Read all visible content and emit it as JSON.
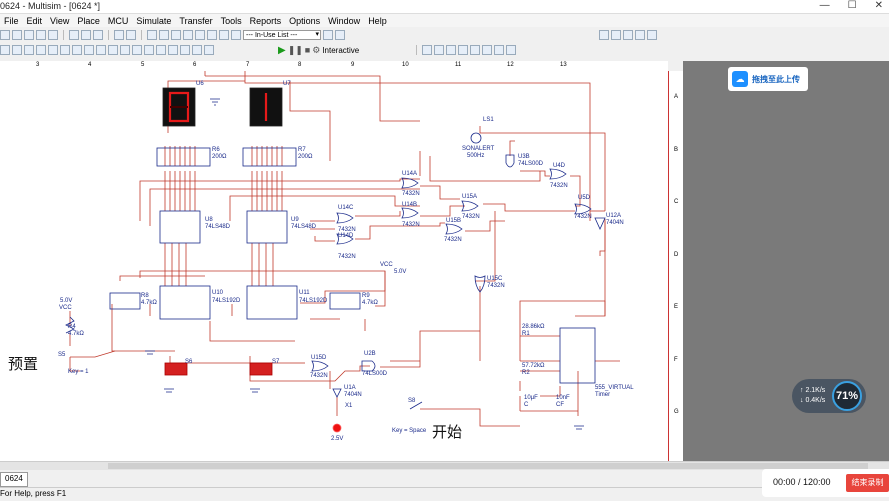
{
  "window": {
    "title": "0624 - Multisim - [0624 *]",
    "buttons": {
      "minimize": "—",
      "maximize": "☐",
      "close": "✕"
    }
  },
  "menu": [
    "File",
    "Edit",
    "View",
    "Place",
    "MCU",
    "Simulate",
    "Transfer",
    "Tools",
    "Reports",
    "Options",
    "Window",
    "Help"
  ],
  "toolbar": {
    "in_use_list": "--- In-Use List ---",
    "interactive_label": "Interactive"
  },
  "ruler": {
    "columns": [
      "3",
      "4",
      "5",
      "6",
      "7",
      "8",
      "9",
      "10",
      "11",
      "12",
      "13"
    ],
    "rows": [
      "A",
      "B",
      "C",
      "D",
      "E",
      "F",
      "G"
    ]
  },
  "schematic": {
    "annotations": {
      "preset": "预置",
      "start": "开始"
    },
    "labels": {
      "u6": "U6",
      "u7": "U7",
      "r6": "R6",
      "r6v": "200Ω",
      "r7": "R7",
      "r7v": "200Ω",
      "u8": "U8",
      "u8t": "74LS48D",
      "u9": "U9",
      "u9t": "74LS48D",
      "u10": "U10",
      "u10t": "74LS192D",
      "u11": "U11",
      "u11t": "74LS192D",
      "r8": "R8",
      "r8v": "4.7kΩ",
      "r9": "R9",
      "r9v": "4.7kΩ",
      "vcc1": "5.0V",
      "vcc1n": "VCC",
      "r4": "R4",
      "r4v": "4.7kΩ",
      "s5": "S5",
      "key1": "Key = 1",
      "s6": "S6",
      "s7": "S7",
      "u15d": "U15D",
      "u15dt": "7432N",
      "u2b": "U2B",
      "u2bt": "74LS00D",
      "u1a": "U1A",
      "u1at": "7404N",
      "x1": "X1",
      "x1v": "2.5V",
      "s8": "S8",
      "keyspace": "Key = Space",
      "vcc2n": "VCC",
      "vcc2": "5.0V",
      "u14c": "U14C",
      "u14ct": "7432N",
      "u14d": "U14D",
      "u14dt": "7432N",
      "u14a": "U14A",
      "u14at": "7432N",
      "u14b": "U14B",
      "u14bt": "7432N",
      "u15a": "U15A",
      "u15at": "7432N",
      "u15b": "U15B",
      "u15bt": "7432N",
      "u15c": "U15C",
      "u15ct": "7432N",
      "ls1": "LS1",
      "sonalert": "SONALERT",
      "sonalertf": "500Hz",
      "u3b": "U3B",
      "u3bt": "74LS00D",
      "u4d": "U4D",
      "u4dt": "7432N",
      "u5d": "U5D",
      "u5dt": "7432N",
      "u12a": "U12A",
      "u12at": "7404N",
      "r1": "R1",
      "r1v": "28.86kΩ",
      "r2": "R2",
      "r2v": "57.72kΩ",
      "c": "C",
      "cv": "10µF",
      "cf": "CF",
      "cfv": "10nF",
      "timer": "555_VIRTUAL",
      "timerl": "Timer"
    }
  },
  "tabs": [
    "0624"
  ],
  "status": "For Help, press F1",
  "overlay": {
    "upload_label": "拖拽至此上传",
    "net_up": "2.1K/s",
    "net_down": "0.4K/s",
    "cpu": "71%",
    "rec_time": "00:00 / 120:00",
    "rec_stop": "结束录制"
  },
  "colors": {
    "wire": "#c0392b",
    "component": "#1a2a8a",
    "led_on": "#d11"
  }
}
